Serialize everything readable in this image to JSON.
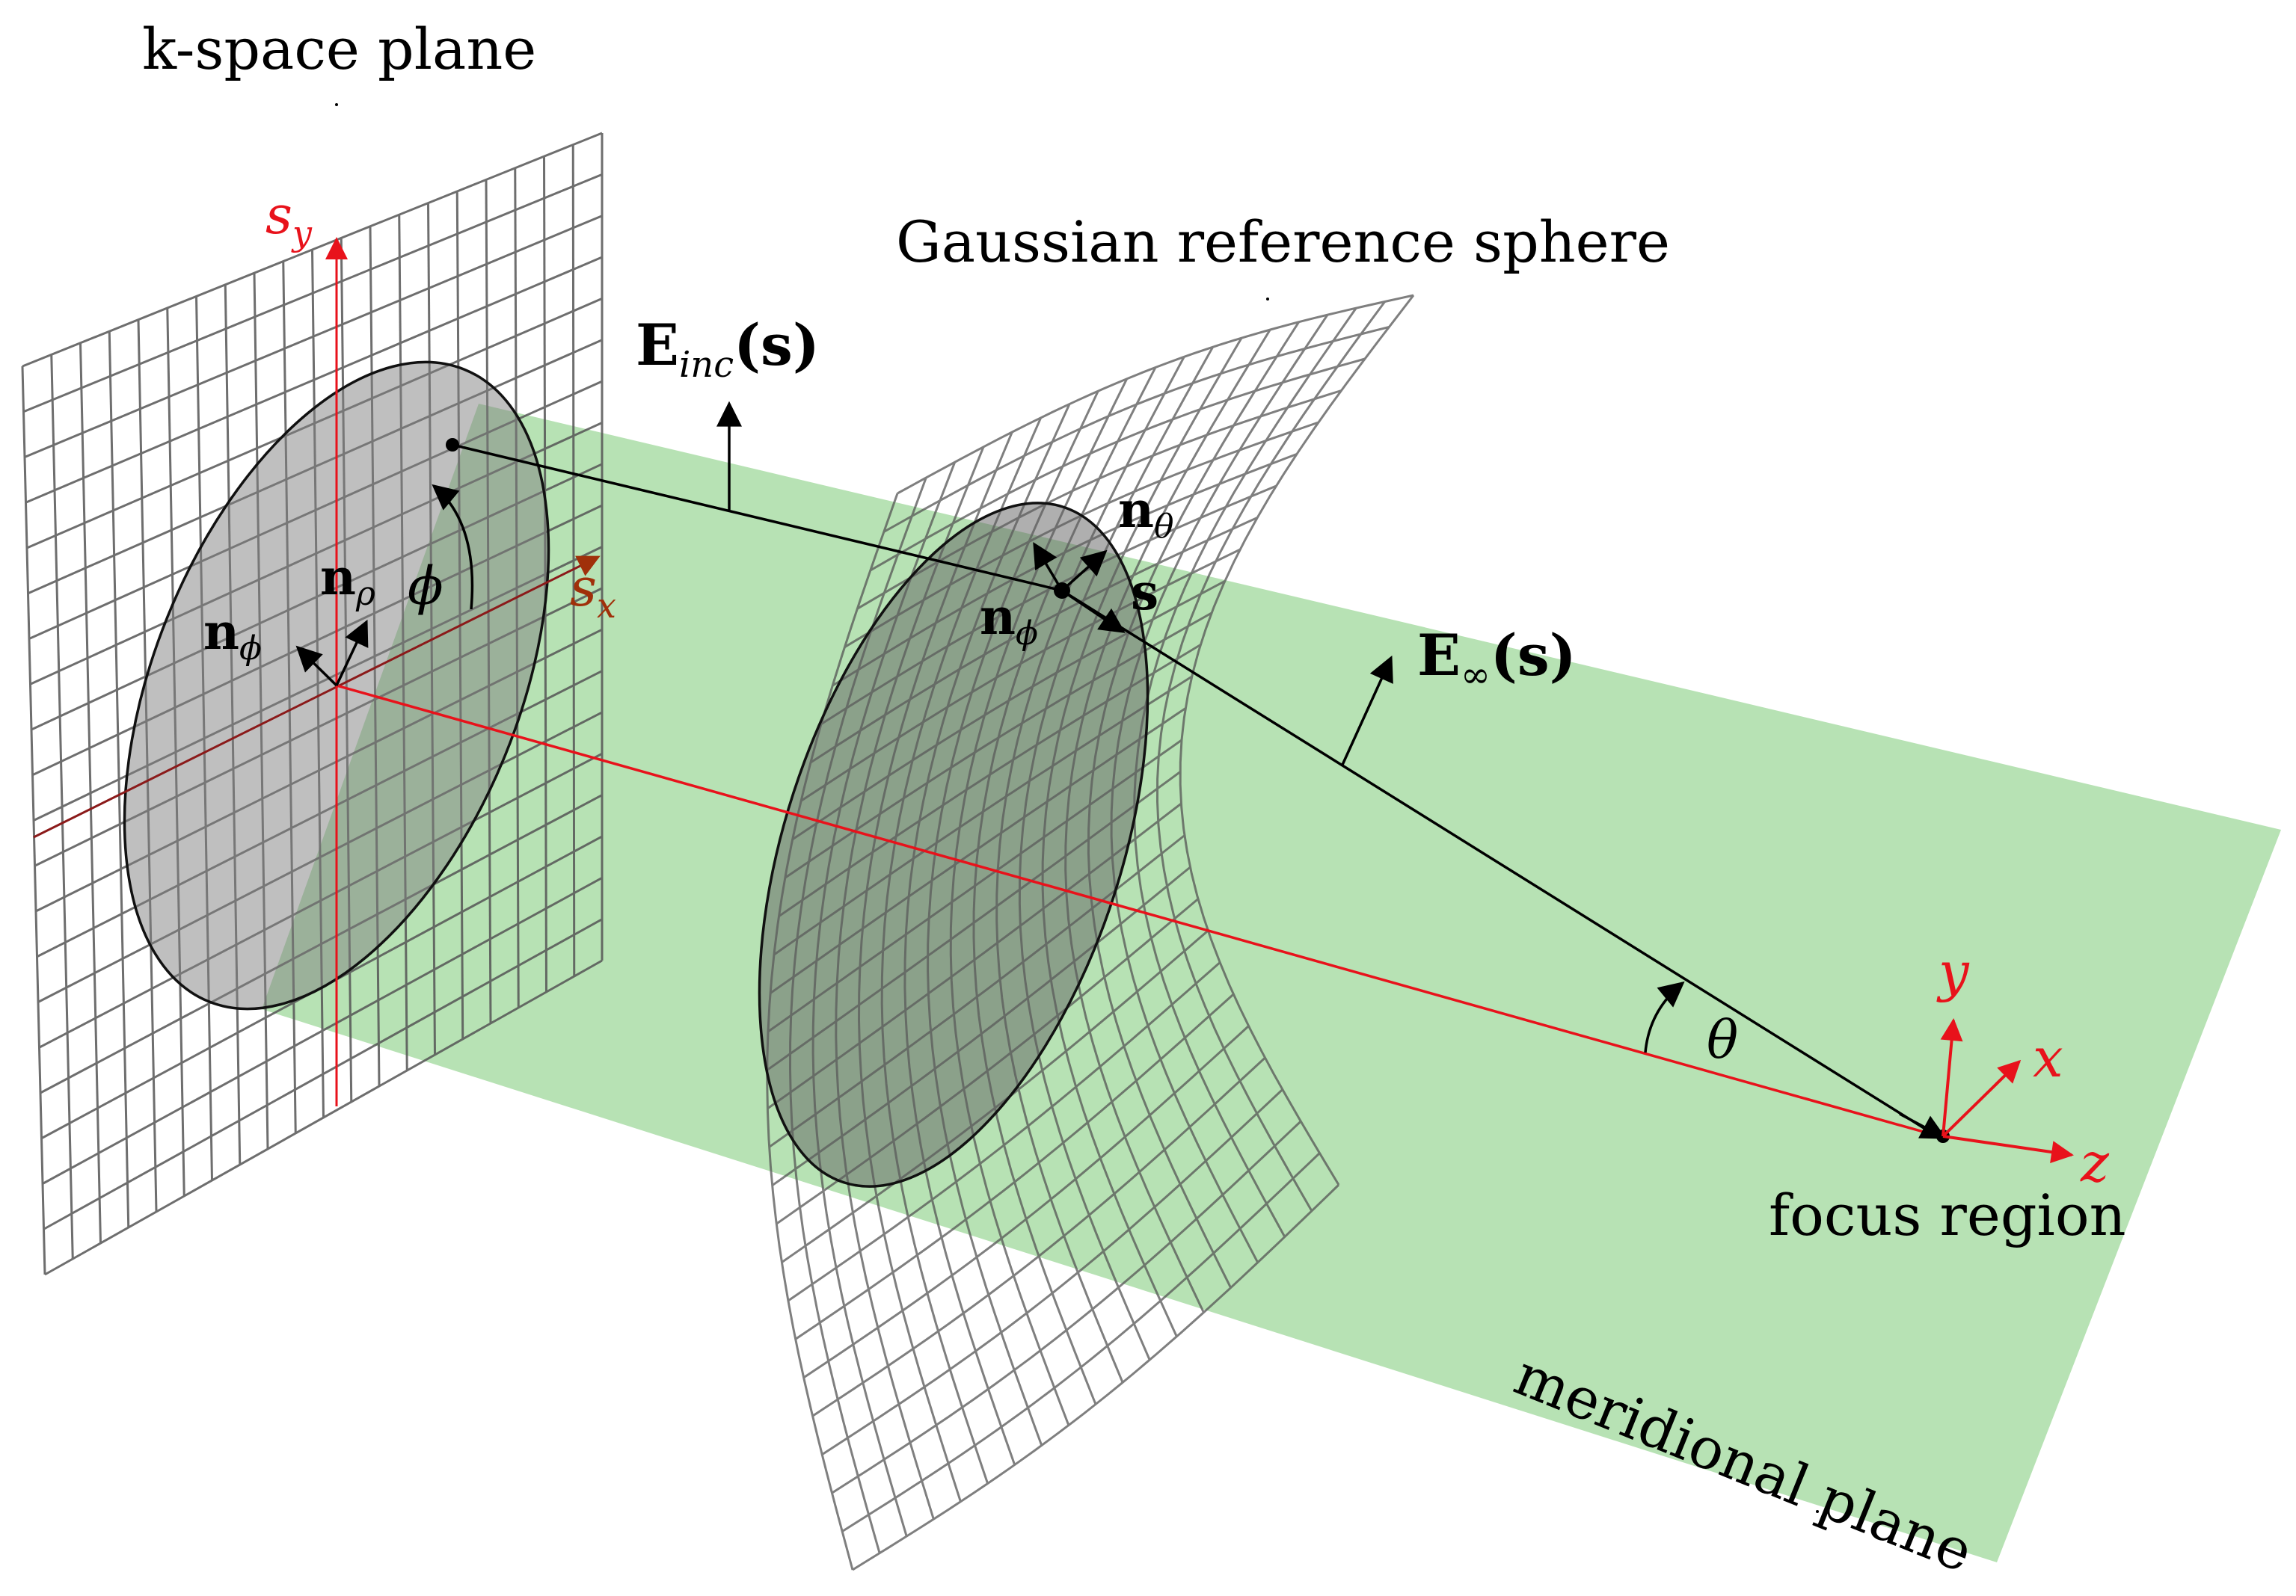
{
  "labels": {
    "kspace_plane": "k-space plane",
    "reference_sphere": "Gaussian reference sphere",
    "meridional_plane": "meridional plane",
    "focus_region": "focus region",
    "E_inc_main": "E",
    "E_inc_sub": "inc",
    "E_inc_arg": "(s)",
    "E_inf_main": "E",
    "E_inf_sub": "∞",
    "E_inf_arg": "(s)",
    "n_phi_left_main": "n",
    "n_phi_left_sub": "ϕ",
    "n_rho_main": "n",
    "n_rho_sub": "ρ",
    "phi": "ϕ",
    "n_theta_main": "n",
    "n_theta_sub": "θ",
    "n_phi_right_main": "n",
    "n_phi_right_sub": "ϕ",
    "s_vec": "s",
    "theta": "θ",
    "s_y_main": "s",
    "s_y_sub": "y",
    "s_x_main": "s",
    "s_x_sub": "x",
    "axis_x": "x",
    "axis_y": "y",
    "axis_z": "z"
  },
  "colors": {
    "meridional_plane": "#b3e0b0",
    "aperture_disk": "#808080",
    "axis_red": "#e8121b",
    "axis_dark_red": "#8b1a1a",
    "grid": "#555555"
  }
}
